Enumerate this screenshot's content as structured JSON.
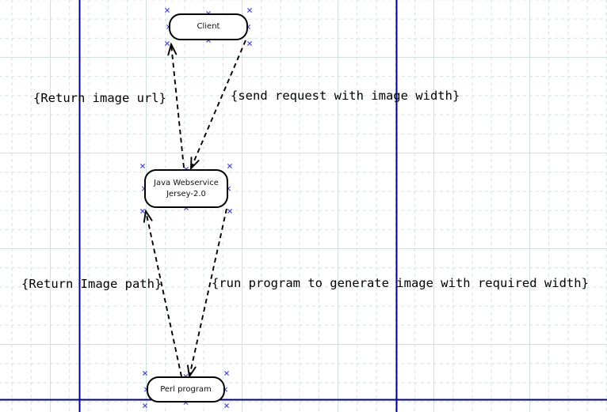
{
  "diagram": {
    "nodes": [
      {
        "id": "client",
        "label": "Client"
      },
      {
        "id": "java-webservice",
        "label": "Java Webservice",
        "sublabel": "Jersey-2.0"
      },
      {
        "id": "perl-program",
        "label": "Perl program"
      }
    ],
    "message_labels": [
      {
        "text": "{Return image url}"
      },
      {
        "text": "{send request with image width}"
      },
      {
        "text": "{Return Image path}"
      },
      {
        "text": "{run program to generate image with required width}"
      }
    ],
    "colors": {
      "grid": "#d2e0e0",
      "page_break": "#000080",
      "arrow": "#000000",
      "connection_point": "#4a4ad2",
      "node_fill": "#ffffff",
      "node_border": "#000000"
    }
  }
}
